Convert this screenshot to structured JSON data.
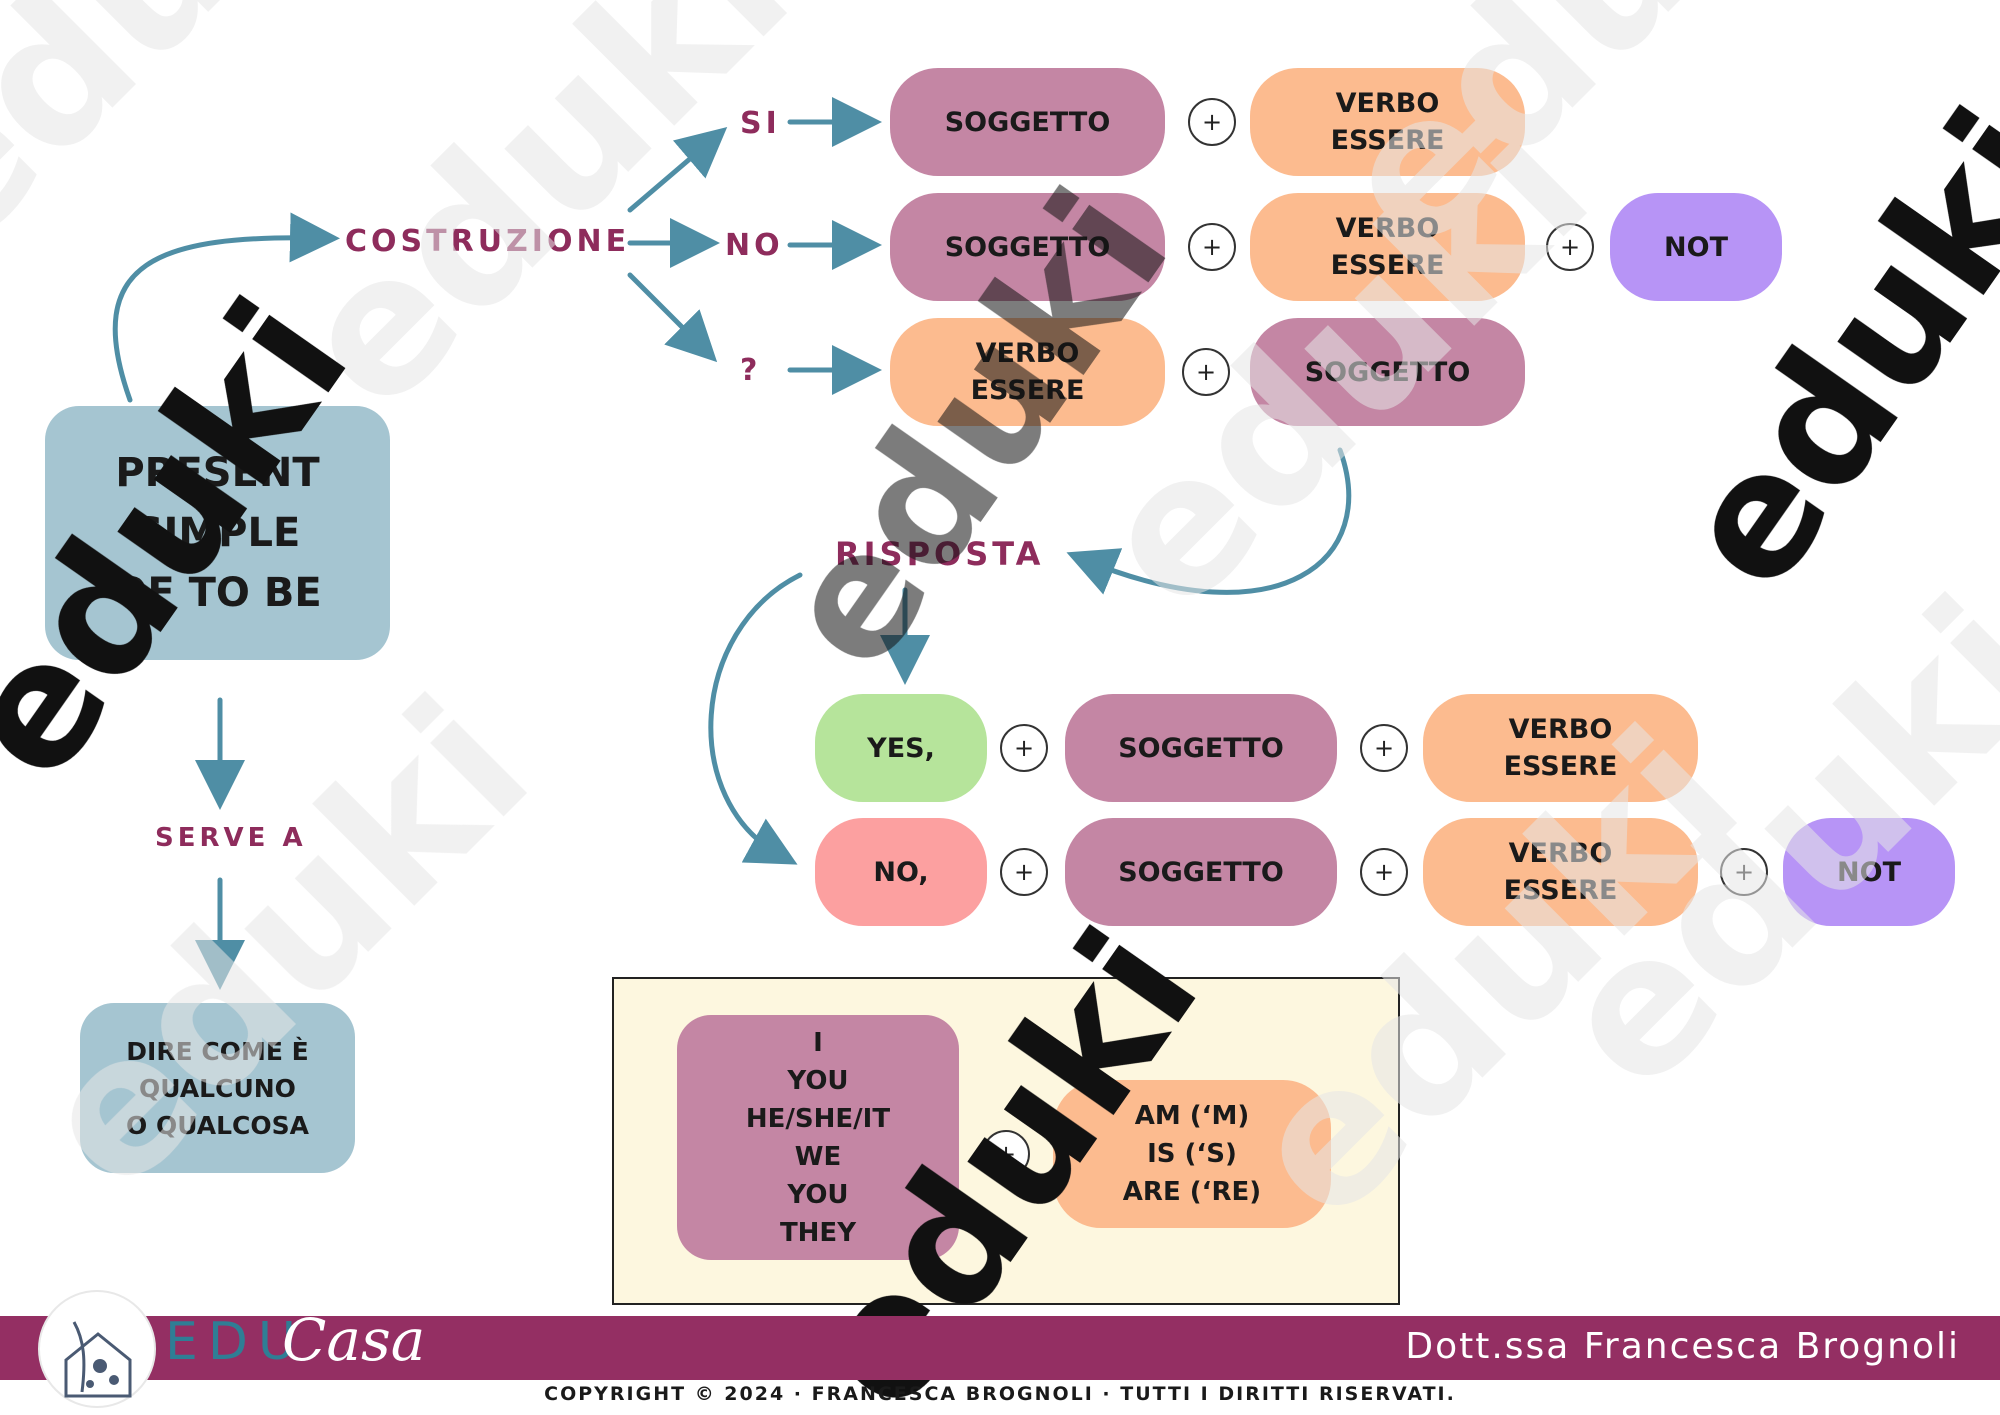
{
  "title": {
    "lines": "PRESENT\nSIMPLE\nOF TO BE"
  },
  "labels": {
    "costruzione": "COSTRUZIONE",
    "si": "SI",
    "no": "NO",
    "question": "?",
    "risposta": "RISPOSTA",
    "serve_a": "SERVE A"
  },
  "construction": {
    "si_row": [
      "SOGGETTO",
      "VERBO\nESSERE"
    ],
    "no_row": [
      "SOGGETTO",
      "VERBO\nESSERE",
      "NOT"
    ],
    "q_row": [
      "VERBO\nESSERE",
      "SOGGETTO"
    ]
  },
  "answers": {
    "yes_row": [
      "YES,",
      "SOGGETTO",
      "VERBO\nESSERE"
    ],
    "no_row": [
      "NO,",
      "SOGGETTO",
      "VERBO\nESSERE",
      "NOT"
    ]
  },
  "purpose": "DIRE COME È\nQUALCUNO\nO QUALCOSA",
  "conjugation": {
    "pronouns": "I\nYOU\nHE/SHE/IT\nWE\nYOU\nTHEY",
    "forms": "AM  (‘M)\nIS  (‘S)\nARE (‘RE)"
  },
  "plus": "+",
  "footer": {
    "brand_edu": "EDU",
    "brand_casa": "Casa",
    "author": "Dott.ssa Francesca Brognoli",
    "copyright": "COPYRIGHT © 2024 · FRANCESCA BROGNOLI · TUTTI I DIRITTI RISERVATI."
  },
  "watermark": "eduki",
  "colors": {
    "soggetto": "#c486a4",
    "verbo": "#fcbb8f",
    "not": "#b794f6",
    "yes": "#b6e49b",
    "no": "#fca0a0",
    "title_box": "#a5c5d1",
    "label_text": "#8e2c5c",
    "arrow": "#4f8ea5",
    "footer_bar": "#942f63"
  }
}
